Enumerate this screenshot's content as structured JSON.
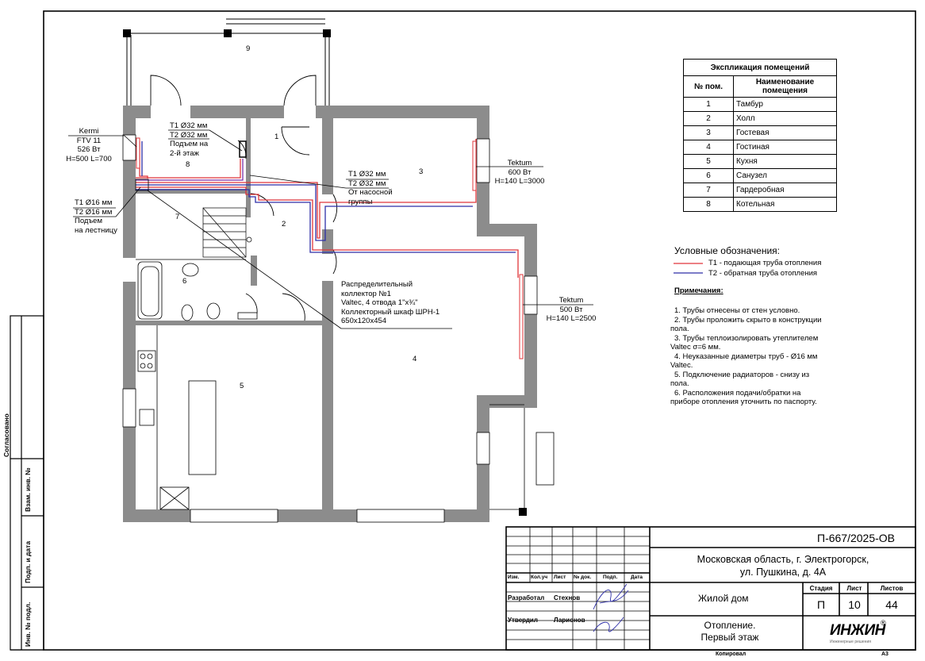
{
  "rooms": {
    "r1": "1",
    "r2": "2",
    "r3": "3",
    "r4": "4",
    "r5": "5",
    "r6": "6",
    "r7": "7",
    "r8": "8",
    "r9": "9"
  },
  "radiators": [
    {
      "name": "Kermi",
      "model": "FTV 11",
      "power": "526 Вт",
      "size": "H=500 L=700"
    },
    {
      "name": "Tektum",
      "power": "600 Вт",
      "size": "H=140 L=3000"
    },
    {
      "name": "Tektum",
      "power": "500 Вт",
      "size": "H=140 L=2500"
    }
  ],
  "pipe_labels": {
    "riser2": {
      "t1": "Т1 Ø32 мм",
      "t2": "Т2 Ø32 мм",
      "note1": "Подъем на",
      "note2": "2-й этаж"
    },
    "pump": {
      "t1": "Т1 Ø32 мм",
      "t2": "Т2 Ø32 мм",
      "note1": "От насосной",
      "note2": "группы"
    },
    "stairs": {
      "t1": "Т1 Ø16 мм",
      "t2": "Т2 Ø16 мм",
      "note1": "Подъем",
      "note2": "на лестницу"
    },
    "collector": [
      "Распределительный",
      "коллектор №1",
      "Valtec, 4 отвода 1\"х¾\"",
      "Коллекторный шкаф ШРН-1",
      "650х120х454"
    ]
  },
  "explication": {
    "title": "Экспликация помещений",
    "col_num": "№ пом.",
    "col_name": "Наименование помещения",
    "rows": [
      {
        "num": "1",
        "name": "Тамбур"
      },
      {
        "num": "2",
        "name": "Холл"
      },
      {
        "num": "3",
        "name": "Гостевая"
      },
      {
        "num": "4",
        "name": "Гостиная"
      },
      {
        "num": "5",
        "name": "Кухня"
      },
      {
        "num": "6",
        "name": "Санузел"
      },
      {
        "num": "7",
        "name": "Гардеробная"
      },
      {
        "num": "8",
        "name": "Котельная"
      }
    ]
  },
  "legend": {
    "title": "Условные обозначения:",
    "t1": "Т1 - подающая труба отопления",
    "t2": "Т2 - обратная труба отопления",
    "t1_color": "#e0353a",
    "t2_color": "#2e2fa8"
  },
  "notes": {
    "title": "Примечания:",
    "items": [
      "1.    Трубы отнесены от стен условно.",
      "2.    Трубы проложить скрыто в конструкции",
      "пола.",
      "3.    Трубы теплоизолировать утеплителем",
      "Valtec σ=6 мм.",
      "4.    Неуказанные диаметры труб - Ø16 мм",
      "Valtec.",
      "5.    Подключение радиаторов - снизу из",
      "пола.",
      "6.    Расположения подачи/обратки на",
      "приборе отопления уточнить по паспорту."
    ]
  },
  "stamp": {
    "code": "П-667/2025-ОВ",
    "address1": "Московская область, г. Электрогорск,",
    "address2": "ул. Пушкина, д. 4А",
    "hdr": [
      "Изм.",
      "Кол.уч",
      "Лист",
      "№ док.",
      "Подп.",
      "Дата"
    ],
    "dev_role": "Разработал",
    "dev_name": "Стехнов",
    "app_role": "Утвердил",
    "app_name": "Ларионов",
    "object": "Жилой дом",
    "sheet_title1": "Отопление.",
    "sheet_title2": "Первый этаж",
    "stage_label": "Стадия",
    "sheet_label": "Лист",
    "sheets_label": "Листов",
    "stage": "П",
    "sheet": "10",
    "sheets": "44",
    "logo": "ИНЖИН",
    "logo_sub": "Инженерные решения"
  },
  "side": {
    "agreed": "Согласовано",
    "inv_replace": "Взам. инв. №",
    "sign_date": "Подп. и дата",
    "inv_orig": "Инв. № подл."
  },
  "footer": {
    "copied": "Копировал",
    "format": "А3"
  }
}
